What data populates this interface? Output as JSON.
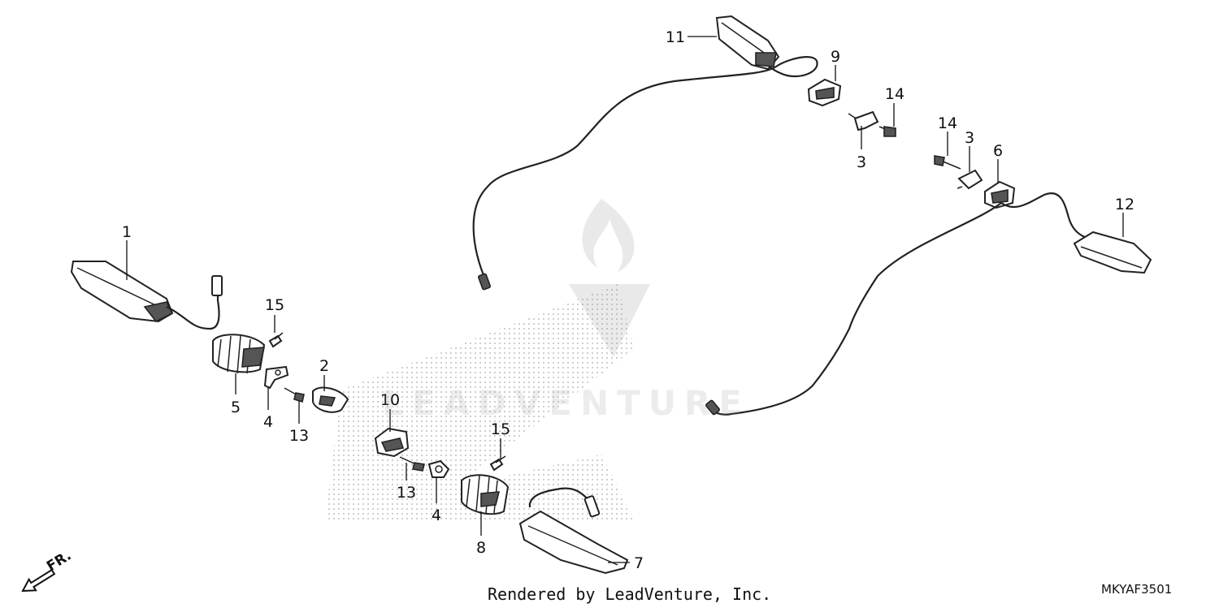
{
  "diagram": {
    "callouts": [
      {
        "id": "c1",
        "label": "1"
      },
      {
        "id": "c2",
        "label": "2"
      },
      {
        "id": "c3a",
        "label": "3"
      },
      {
        "id": "c3b",
        "label": "3"
      },
      {
        "id": "c4a",
        "label": "4"
      },
      {
        "id": "c4b",
        "label": "4"
      },
      {
        "id": "c5",
        "label": "5"
      },
      {
        "id": "c6",
        "label": "6"
      },
      {
        "id": "c7",
        "label": "7"
      },
      {
        "id": "c8",
        "label": "8"
      },
      {
        "id": "c9",
        "label": "9"
      },
      {
        "id": "c10",
        "label": "10"
      },
      {
        "id": "c11",
        "label": "11"
      },
      {
        "id": "c12",
        "label": "12"
      },
      {
        "id": "c13a",
        "label": "13"
      },
      {
        "id": "c13b",
        "label": "13"
      },
      {
        "id": "c14a",
        "label": "14"
      },
      {
        "id": "c14b",
        "label": "14"
      },
      {
        "id": "c15a",
        "label": "15"
      },
      {
        "id": "c15b",
        "label": "15"
      }
    ],
    "direction_label": "FR.",
    "diagram_code": "MKYAF3501",
    "footer": "Rendered by LeadVenture, Inc.",
    "watermark": "LEADVENTURE"
  }
}
